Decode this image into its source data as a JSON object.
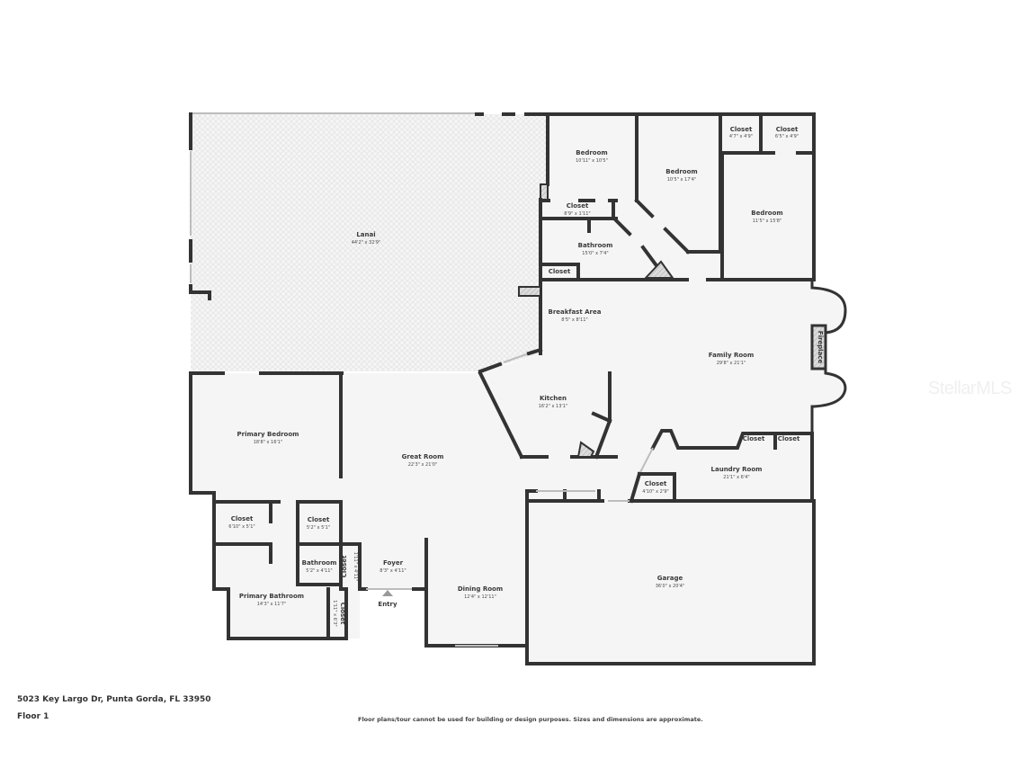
{
  "footer": {
    "address": "5023 Key Largo Dr, Punta Gorda, FL 33950",
    "floor": "Floor 1",
    "disclaimer": "Floor plans/tour cannot be used for building or design purposes. Sizes and dimensions are approximate."
  },
  "watermark": "StellarMLS",
  "entry_label": "Entry",
  "rooms": [
    {
      "id": "lanai",
      "name": "Lanai",
      "dims": "44'2\" x 32'9\""
    },
    {
      "id": "bedroom-1",
      "name": "Bedroom",
      "dims": "10'11\" x 10'5\""
    },
    {
      "id": "bedroom-2",
      "name": "Bedroom",
      "dims": "10'5\" x 17'4\""
    },
    {
      "id": "closet-a",
      "name": "Closet",
      "dims": "4'7\" x 4'9\""
    },
    {
      "id": "closet-b",
      "name": "Closet",
      "dims": "6'5\" x 4'9\""
    },
    {
      "id": "bedroom-3",
      "name": "Bedroom",
      "dims": "11'5\" x 15'8\""
    },
    {
      "id": "closet-c",
      "name": "Closet",
      "dims": "8'9\" x 1'11\""
    },
    {
      "id": "bathroom-1",
      "name": "Bathroom",
      "dims": "15'0\" x 7'4\""
    },
    {
      "id": "closet-d",
      "name": "Closet",
      "dims": ""
    },
    {
      "id": "breakfast",
      "name": "Breakfast Area",
      "dims": "8'5\" x 8'11\""
    },
    {
      "id": "family",
      "name": "Family Room",
      "dims": "29'8\" x 21'1\""
    },
    {
      "id": "fireplace",
      "name": "Fireplace",
      "dims": ""
    },
    {
      "id": "kitchen",
      "name": "Kitchen",
      "dims": "16'2\" x 13'1\""
    },
    {
      "id": "closet-e",
      "name": "Closet",
      "dims": ""
    },
    {
      "id": "closet-f",
      "name": "Closet",
      "dims": ""
    },
    {
      "id": "laundry",
      "name": "Laundry Room",
      "dims": "21'1\" x 6'4\""
    },
    {
      "id": "closet-g",
      "name": "Closet",
      "dims": "4'10\" x 2'9\""
    },
    {
      "id": "primary-bedroom",
      "name": "Primary Bedroom",
      "dims": "18'8\" x 16'1\""
    },
    {
      "id": "great-room",
      "name": "Great Room",
      "dims": "22'3\" x 21'0\""
    },
    {
      "id": "closet-h",
      "name": "Closet",
      "dims": "6'10\" x 5'1\""
    },
    {
      "id": "closet-i",
      "name": "Closet",
      "dims": "5'2\" x 5'1\""
    },
    {
      "id": "bathroom-2",
      "name": "Bathroom",
      "dims": "5'2\" x 4'11\""
    },
    {
      "id": "closet-j",
      "name": "Closet",
      "dims": "1'11\" x 4'11\""
    },
    {
      "id": "foyer",
      "name": "Foyer",
      "dims": "8'3\" x 4'11\""
    },
    {
      "id": "primary-bathroom",
      "name": "Primary Bathroom",
      "dims": "14'3\" x 11'7\""
    },
    {
      "id": "closet-k",
      "name": "Closet",
      "dims": "1'11\" x 6'3\""
    },
    {
      "id": "dining",
      "name": "Dining Room",
      "dims": "12'4\" x 12'11\""
    },
    {
      "id": "garage",
      "name": "Garage",
      "dims": "36'0\" x 20'4\""
    }
  ]
}
